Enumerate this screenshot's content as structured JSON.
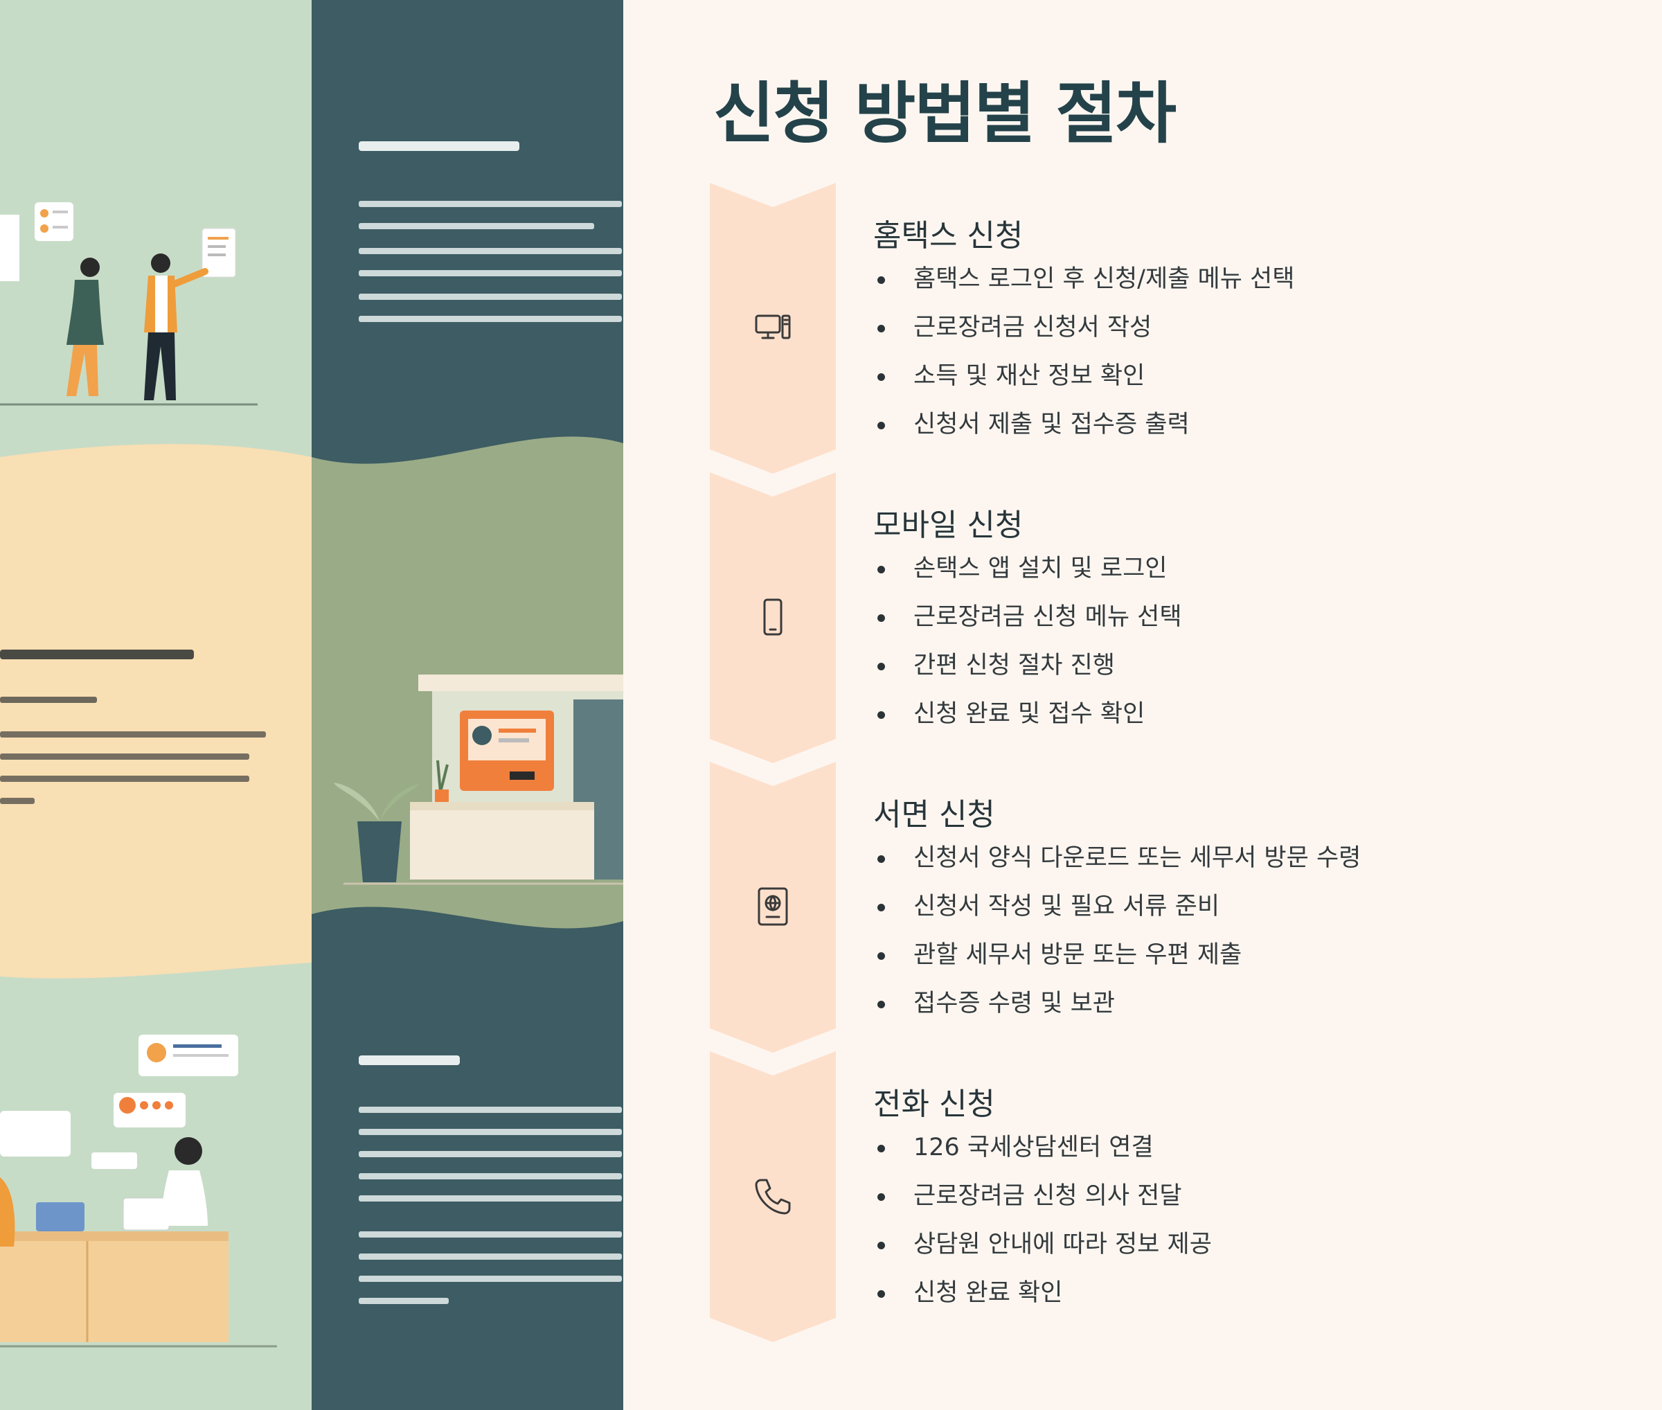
{
  "page": {
    "title": "신청 방법별 절차"
  },
  "colors": {
    "background": "#fdf6f0",
    "chevron_fill": "#fde0cc",
    "title": "#24424a",
    "text": "#333a3d",
    "icon_stroke": "#3a3a3a"
  },
  "illustration": {
    "description_icons": [
      "person-with-tablet-icon",
      "person-with-clipboard-icon",
      "plant-icon",
      "office-desk-icon",
      "laptop-icon"
    ],
    "panel_colors": [
      "#c7dcc7",
      "#3d5c63",
      "#f9dfb4",
      "#9aab87"
    ]
  },
  "steps": [
    {
      "title": "홈택스 신청",
      "icon": "desktop-computer-icon",
      "items": [
        "홈택스 로그인 후 신청/제출 메뉴 선택",
        "근로장려금 신청서 작성",
        "소득 및 재산 정보 확인",
        "신청서 제출 및 접수증 출력"
      ]
    },
    {
      "title": "모바일 신청",
      "icon": "smartphone-icon",
      "items": [
        "손택스 앱 설치 및 로그인",
        "근로장려금 신청 메뉴 선택",
        "간편 신청 절차 진행",
        "신청 완료 및 접수 확인"
      ]
    },
    {
      "title": "서면 신청",
      "icon": "passport-document-icon",
      "items": [
        "신청서 양식 다운로드 또는 세무서 방문 수령",
        "신청서 작성 및 필요 서류 준비",
        "관할 세무서 방문 또는 우편 제출",
        "접수증 수령 및 보관"
      ]
    },
    {
      "title": "전화 신청",
      "icon": "phone-icon",
      "items": [
        "126 국세상담센터 연결",
        "근로장려금 신청 의사 전달",
        "상담원 안내에 따라 정보 제공",
        "신청 완료 확인"
      ]
    }
  ]
}
